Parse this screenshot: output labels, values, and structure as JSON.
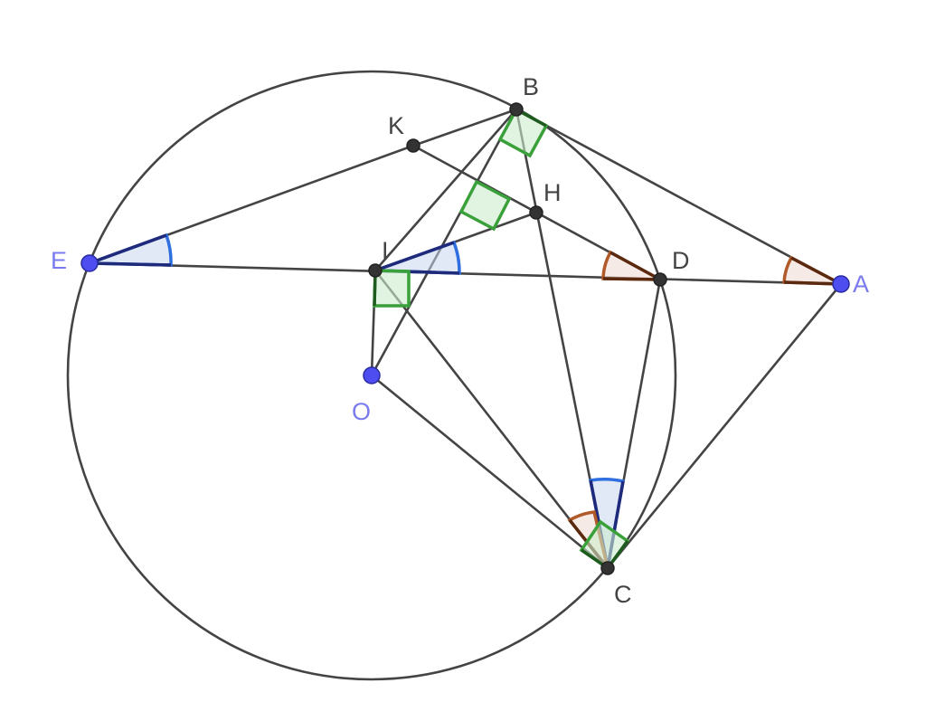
{
  "points": {
    "A": "A",
    "B": "B",
    "C": "C",
    "D": "D",
    "E": "E",
    "H": "H",
    "I": "I",
    "K": "K",
    "O": "O"
  },
  "colors": {
    "stroke": "#444444",
    "free_point": "#4d4df0",
    "free_label": "#7b7bf0",
    "angle_blue": "#2f6fdf",
    "angle_brown": "#b05a2a",
    "right_angle_green": "#3aa03a"
  }
}
